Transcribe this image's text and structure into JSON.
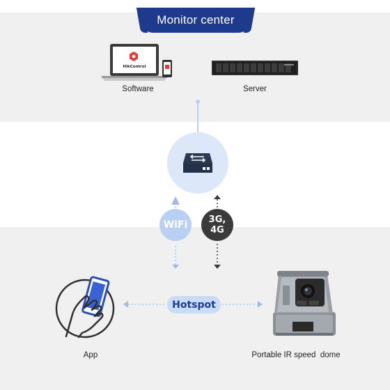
{
  "header": {
    "title": "Monitor center"
  },
  "monitor_center": {
    "software_label": "Software",
    "server_label": "Server",
    "laptop_brand": "HikControl"
  },
  "links": {
    "wifi_label": "WiFi",
    "cellular_label_line1": "3G,",
    "cellular_label_line2": "4G",
    "hotspot_label": "Hotspot"
  },
  "devices": {
    "app_label": "App",
    "camera_label": "Portable IR speed  dome"
  },
  "colors": {
    "brand_blue": "#1e3a8c",
    "light_blue": "#b9d0f3",
    "pale_blue": "#dce8fa",
    "dark": "#3b3b3b",
    "band_gray": "#f0f0f0"
  }
}
